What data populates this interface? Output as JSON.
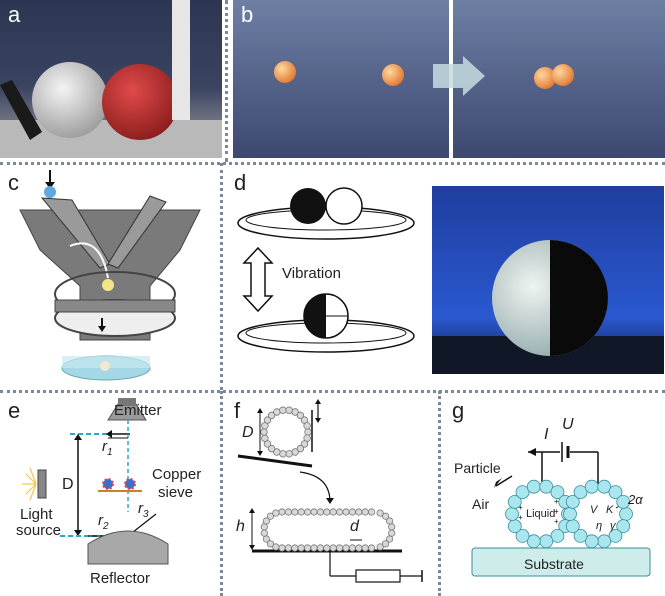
{
  "panels": {
    "a": {
      "label": "a"
    },
    "b": {
      "label": "b"
    },
    "c": {
      "label": "c"
    },
    "d": {
      "label": "d",
      "vibration": "Vibration"
    },
    "e": {
      "label": "e",
      "emitter": "Emitter",
      "r1": "r",
      "r1_sub": "1",
      "copper": "Copper",
      "sieve": "sieve",
      "D": "D",
      "light": "Light",
      "source": "source",
      "r2": "r",
      "r2_sub": "2",
      "r3": "r",
      "r3_sub": "3",
      "reflector": "Reflector"
    },
    "f": {
      "label": "f",
      "D": "D",
      "h": "h",
      "d": "d"
    },
    "g": {
      "label": "g",
      "I": "I",
      "U": "U",
      "particle": "Particle",
      "air": "Air",
      "liquid": "Liquid",
      "V": "V",
      "K": "K",
      "eta": "η",
      "gamma": "γ",
      "alpha": "2α",
      "substrate": "Substrate"
    }
  },
  "colors": {
    "divider": "#7a8a99",
    "bead_blue": "#a9e6ee",
    "bead_stroke": "#3a8fa0",
    "substrate": "#cdecea"
  }
}
